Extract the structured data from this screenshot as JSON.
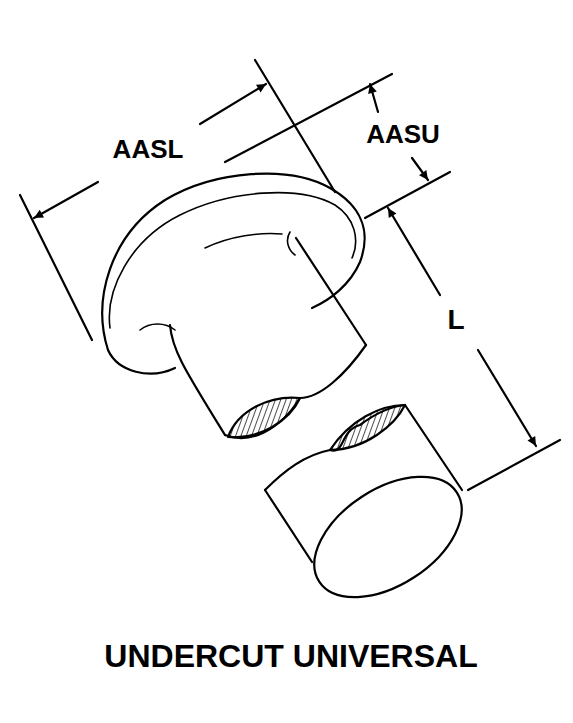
{
  "diagram": {
    "caption": "UNDERCUT UNIVERSAL",
    "labels": [
      "AASL",
      "AASU",
      "L"
    ]
  }
}
